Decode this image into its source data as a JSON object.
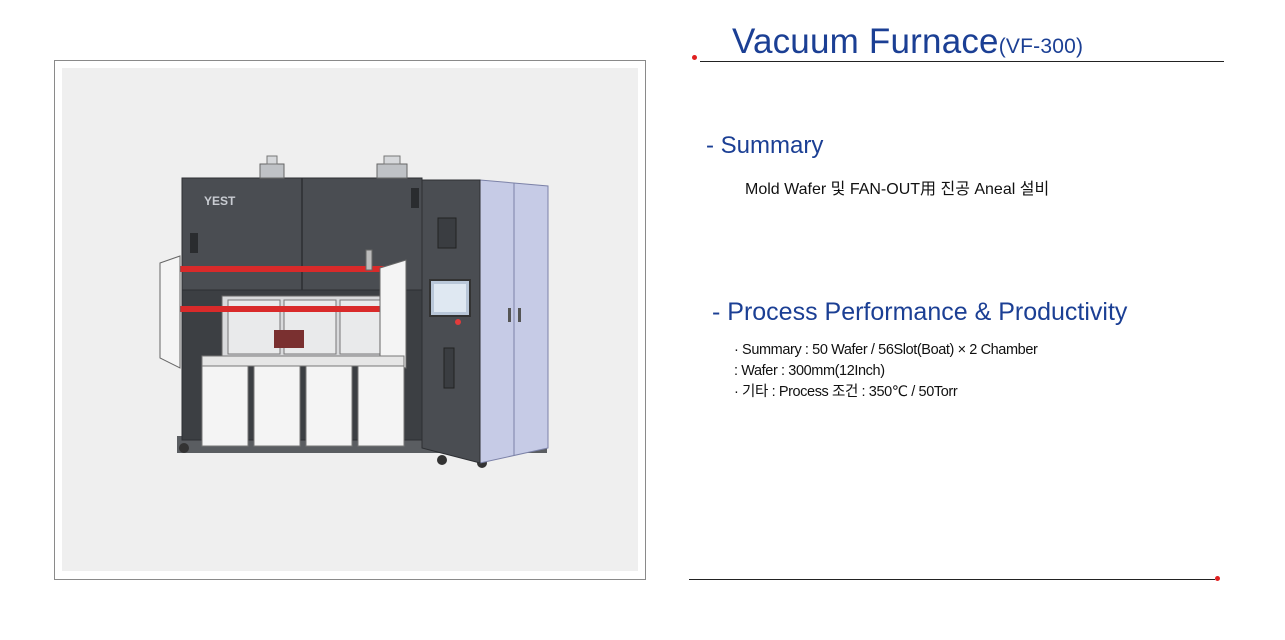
{
  "header": {
    "title": "Vacuum Furnace",
    "model": "(VF-300)"
  },
  "summary": {
    "heading": "- Summary",
    "text": "Mold Wafer 및 FAN-OUT用 진공 Aneal 설비"
  },
  "performance": {
    "heading": "- Process Performance & Productivity",
    "lines": [
      "· Summary : 50 Wafer / 56Slot(Boat) × 2 Chamber",
      ": Wafer : 300mm(12Inch)",
      "· 기타 : Process 조건 : 350℃ / 50Torr"
    ]
  },
  "machine_image": {
    "brand_label": "YEST",
    "colors": {
      "body": "#4a4d52",
      "body_dark": "#34373b",
      "panel_blue": "#c6cbe6",
      "rail_red": "#d92a2a",
      "door_white": "#f4f4f4",
      "background": "#efefef"
    }
  },
  "accent": {
    "title_blue": "#1b3f94",
    "dot_red": "#e02020"
  }
}
